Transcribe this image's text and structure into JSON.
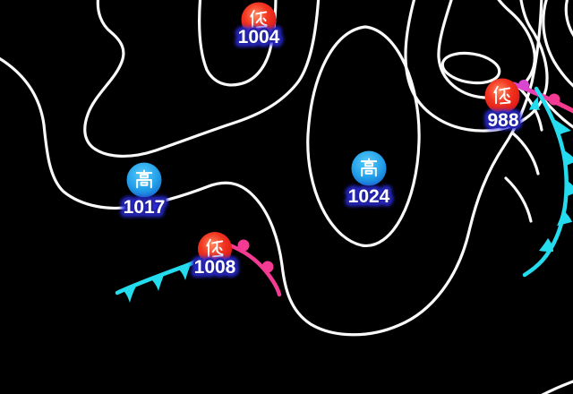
{
  "map": {
    "kind": "synoptic-weather-chart",
    "colors": {
      "background": "#000000",
      "isobar": "#fafafa",
      "cold_front": "#25dcee",
      "warm_front": "#f43a92",
      "warm_front_inner": "#d946d0",
      "label_outline": "#2222a8",
      "label_text": "#ffffff",
      "low_center": "#ff7a55",
      "low_edge": "#dd1111",
      "high_center": "#55c9f7",
      "high_edge": "#1460c8"
    },
    "pressure_systems": [
      {
        "type": "low",
        "symbol": "低",
        "value": "1004"
      },
      {
        "type": "low",
        "symbol": "低",
        "value": "988"
      },
      {
        "type": "high",
        "symbol": "高",
        "value": "1017"
      },
      {
        "type": "high",
        "symbol": "高",
        "value": "1024"
      },
      {
        "type": "low",
        "symbol": "低",
        "value": "1008"
      }
    ],
    "fronts": [
      {
        "kind": "cold",
        "location": "southwest-of-1008-low"
      },
      {
        "kind": "warm",
        "location": "southeast-of-1008-low"
      },
      {
        "kind": "warm",
        "location": "east-of-988-low"
      },
      {
        "kind": "cold",
        "location": "right-edge-south-of-988-low"
      }
    ]
  }
}
